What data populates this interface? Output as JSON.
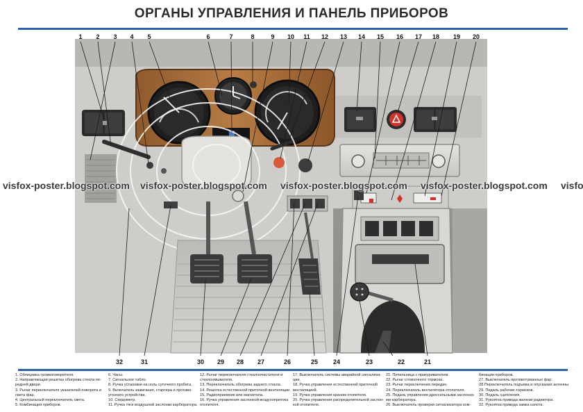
{
  "title": "ОРГАНЫ УПРАВЛЕНИЯ И ПАНЕЛЬ ПРИБОРОВ",
  "watermark": "visfox-poster.blogspot.com",
  "watermark_tail": "visfo",
  "top_callouts": [
    "1",
    "2",
    "3",
    "4",
    "5",
    "6",
    "7",
    "8",
    "9",
    "10",
    "11",
    "12",
    "13",
    "14",
    "15",
    "16",
    "17",
    "18",
    "19",
    "20"
  ],
  "bottom_callouts": [
    "32",
    "31",
    "30",
    "29",
    "28",
    "27",
    "26",
    "25",
    "24",
    "23",
    "22",
    "21"
  ],
  "legend": {
    "col1": [
      "1. Облицовка громкоговорителя.",
      "2. Направляющая решетка обогрева стекла пе-",
      "редней двери.",
      "3. Рычаг переключателя указателей поворота и",
      "света фар.",
      "4. Центральный переключатель света.",
      "5. Комбинация приборов."
    ],
    "col2": [
      "6. Часы.",
      "7. Сигнальное табло.",
      "8. Ручка установки на ноль суточного пробега.",
      "9. Включатель зажигания, стартера и противо-",
      "угонного устройства.",
      "10. Спидометр.",
      "11. Ручка тяги воздушной заслонки карбюратора."
    ],
    "col3": [
      "12. Рычаг переключателя стеклоочистителя и",
      "стеклоомывателя.",
      "13. Переключатель обогрева заднего стекла.",
      "14. Решетка естественной приточной вентиляции",
      "15. Радиоприемник или магнитола.",
      "16. Ручка управления заслонкой воздухопритока",
      "отопителя."
    ],
    "col4": [
      "17. Выключатель системы аварийной сигнализа-",
      "ции.",
      "18. Ручка управления естественной приточной",
      "вентиляцией.",
      "19. Ручка управления краном отопителя.",
      "20. Ручка управления распределительной заслон-",
      "кой отопителя."
    ],
    "col5": [
      "21. Пепельница с прикуривателем.",
      "22. Рычаг стояночного тормоза.",
      "23. Рычаг переключения передач.",
      "24. Переключатель вентилятора отопителя.",
      "25. Педаль управления дроссельными заслонка-",
      "ми карбюратора.",
      "26. Выключатель проверки сигнализатора ком-"
    ],
    "col6": [
      "бинации приборов.",
      "27. Выключатель противотуманных фар.",
      "28.Переключатель подъема и опускания антенны",
      "29. Педаль рабочих тормозов.",
      "30. Педаль сцепления.",
      "31. Рукоятка привода жалюзи радиатора.",
      "32. Рукоятка привода замка капота."
    ]
  },
  "colors": {
    "rule": "#2f5fa8",
    "wood": "#a8713f",
    "panel": "#d8d6d2",
    "hazard": "#d3322a"
  }
}
